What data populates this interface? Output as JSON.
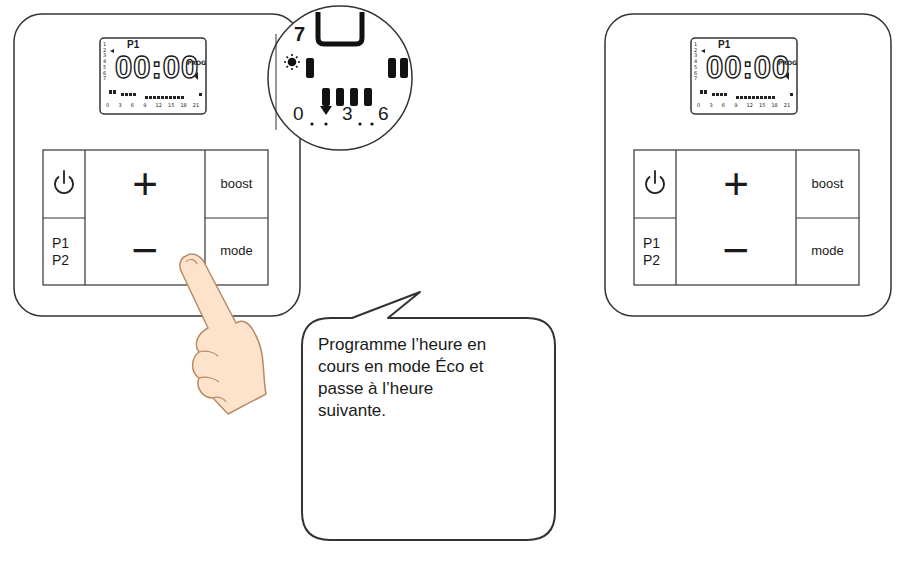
{
  "diagram": {
    "nodes": [
      {
        "text": [
          "+",
          "−"
        ]
      },
      {
        "text": [
          "boost"
        ]
      },
      {
        "text": [
          "P1 P2"
        ]
      },
      {
        "text": [
          "mode"
        ]
      },
      {
        "text": [
          "Programme l’heure en cours en mode Éco et passe à l’heure suivante."
        ]
      },
      {
        "text": [
          "+",
          "−"
        ]
      },
      {
        "text": [
          "boost"
        ]
      },
      {
        "text": [
          "P1 P2"
        ]
      },
      {
        "text": [
          "mode"
        ]
      }
    ],
    "labels": [
      "P1",
      "00:00",
      "PROG",
      "1",
      "2",
      "3",
      "4",
      "5",
      "6",
      "7",
      "0",
      "3",
      "6",
      "9",
      "12",
      "15",
      "18",
      "21",
      "7",
      "0",
      "3",
      "6",
      "P1",
      "00:00",
      "PROG",
      "1",
      "2",
      "3",
      "4",
      "5",
      "6",
      "7",
      "0",
      "3",
      "6",
      "9",
      "12",
      "15",
      "18",
      "21"
    ]
  }
}
